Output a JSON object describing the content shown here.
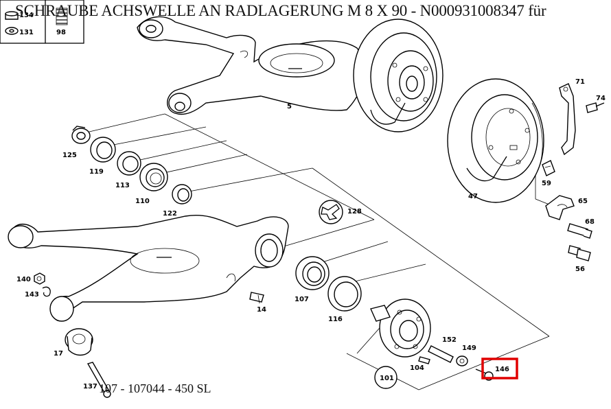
{
  "title": "SCHRAUBE ACHSWELLE AN RADLAGERUNG M 8 X 90 - N000931008347 für",
  "caption": "107 - 107044 - 450 SL",
  "legend_box": {
    "items": [
      "134",
      "131",
      "98"
    ]
  },
  "callouts": [
    "5",
    "71",
    "74",
    "125",
    "119",
    "113",
    "110",
    "122",
    "128",
    "59",
    "47",
    "65",
    "68",
    "56",
    "140",
    "143",
    "14",
    "107",
    "116",
    "17",
    "152",
    "149",
    "104",
    "101",
    "146",
    "137"
  ],
  "highlight": {
    "label": "146",
    "color": "#e00000"
  }
}
